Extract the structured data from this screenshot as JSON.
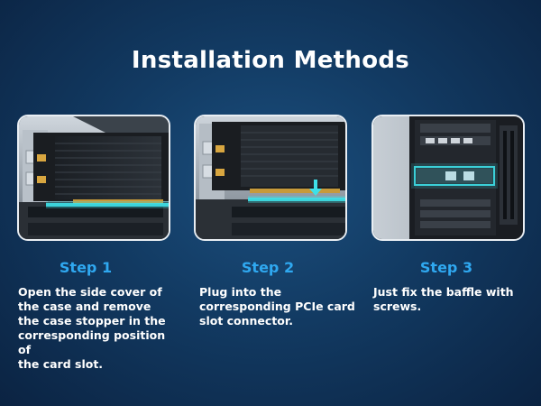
{
  "title": "Installation Methods",
  "steps": [
    {
      "title": "Step 1",
      "description": "Open the side cover of\nthe case and remove\nthe case stopper in the\ncorresponding position of\nthe card slot."
    },
    {
      "title": "Step 2",
      "description": "Plug into the\ncorresponding PCIe card\nslot connector."
    },
    {
      "title": "Step 3",
      "description": "Just fix the baffle with\nscrews."
    }
  ],
  "colors": {
    "accent": "#2fa8f0",
    "glow": "#3ee0e8",
    "background": "#123a62"
  }
}
